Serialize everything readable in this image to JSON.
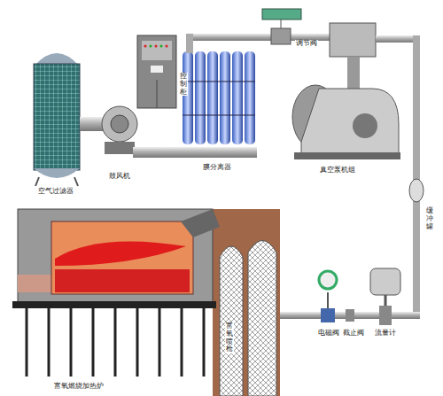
{
  "diagram": {
    "labels": [
      "空气过滤器",
      "鼓风机",
      "控制柜",
      "膜分离器",
      "调节阀",
      "真空泵机组",
      "缓冲罐",
      "电磁阀",
      "截止阀",
      "流量计",
      "富氧喷枪",
      "富氧燃烧加热炉"
    ]
  }
}
